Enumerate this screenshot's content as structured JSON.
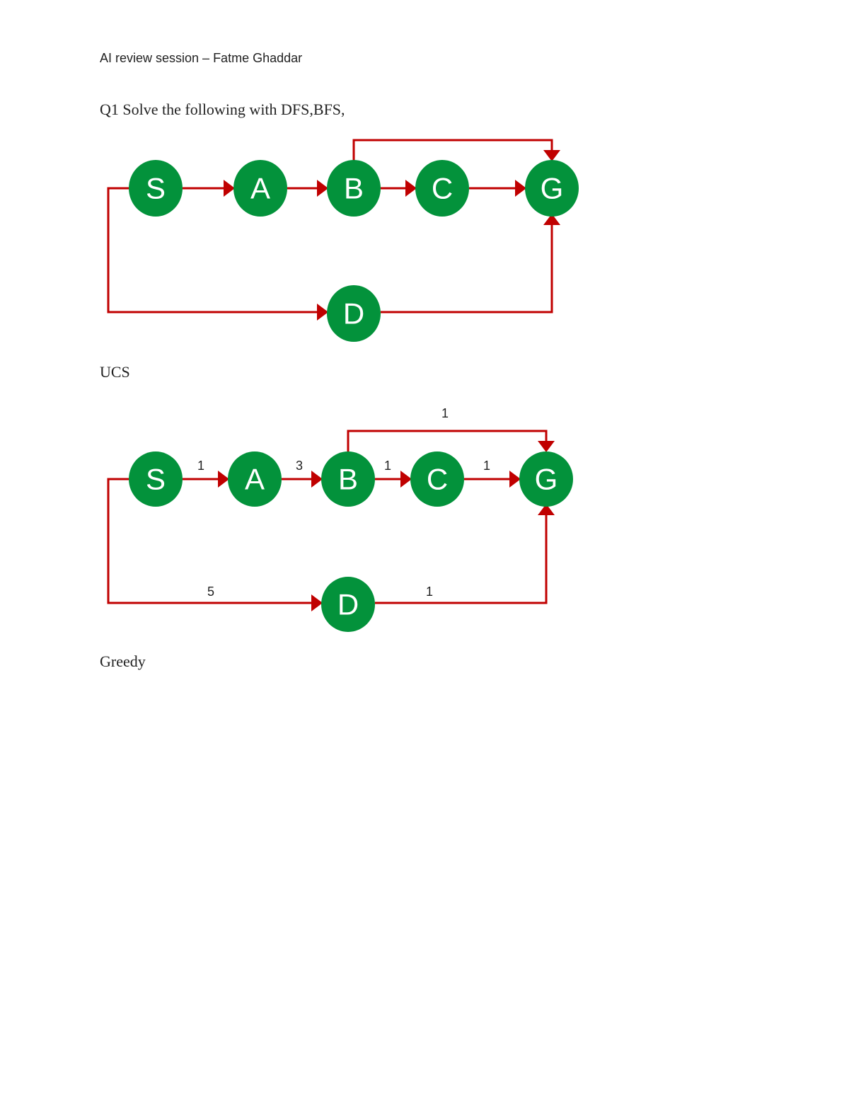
{
  "header": "AI review session – Fatme Ghaddar",
  "question": "Q1 Solve the following with DFS,BFS,",
  "section_ucs": "UCS",
  "section_greedy": "Greedy",
  "colors": {
    "node": "#03923b",
    "edge": "#c00000"
  },
  "graph1": {
    "nodes": {
      "S": "S",
      "A": "A",
      "B": "B",
      "C": "C",
      "G": "G",
      "D": "D"
    }
  },
  "graph2": {
    "nodes": {
      "S": "S",
      "A": "A",
      "B": "B",
      "C": "C",
      "G": "G",
      "D": "D"
    },
    "weights": {
      "S_A": "1",
      "A_B": "3",
      "B_C": "1",
      "C_G": "1",
      "B_G": "1",
      "S_D": "5",
      "D_G": "1"
    }
  }
}
